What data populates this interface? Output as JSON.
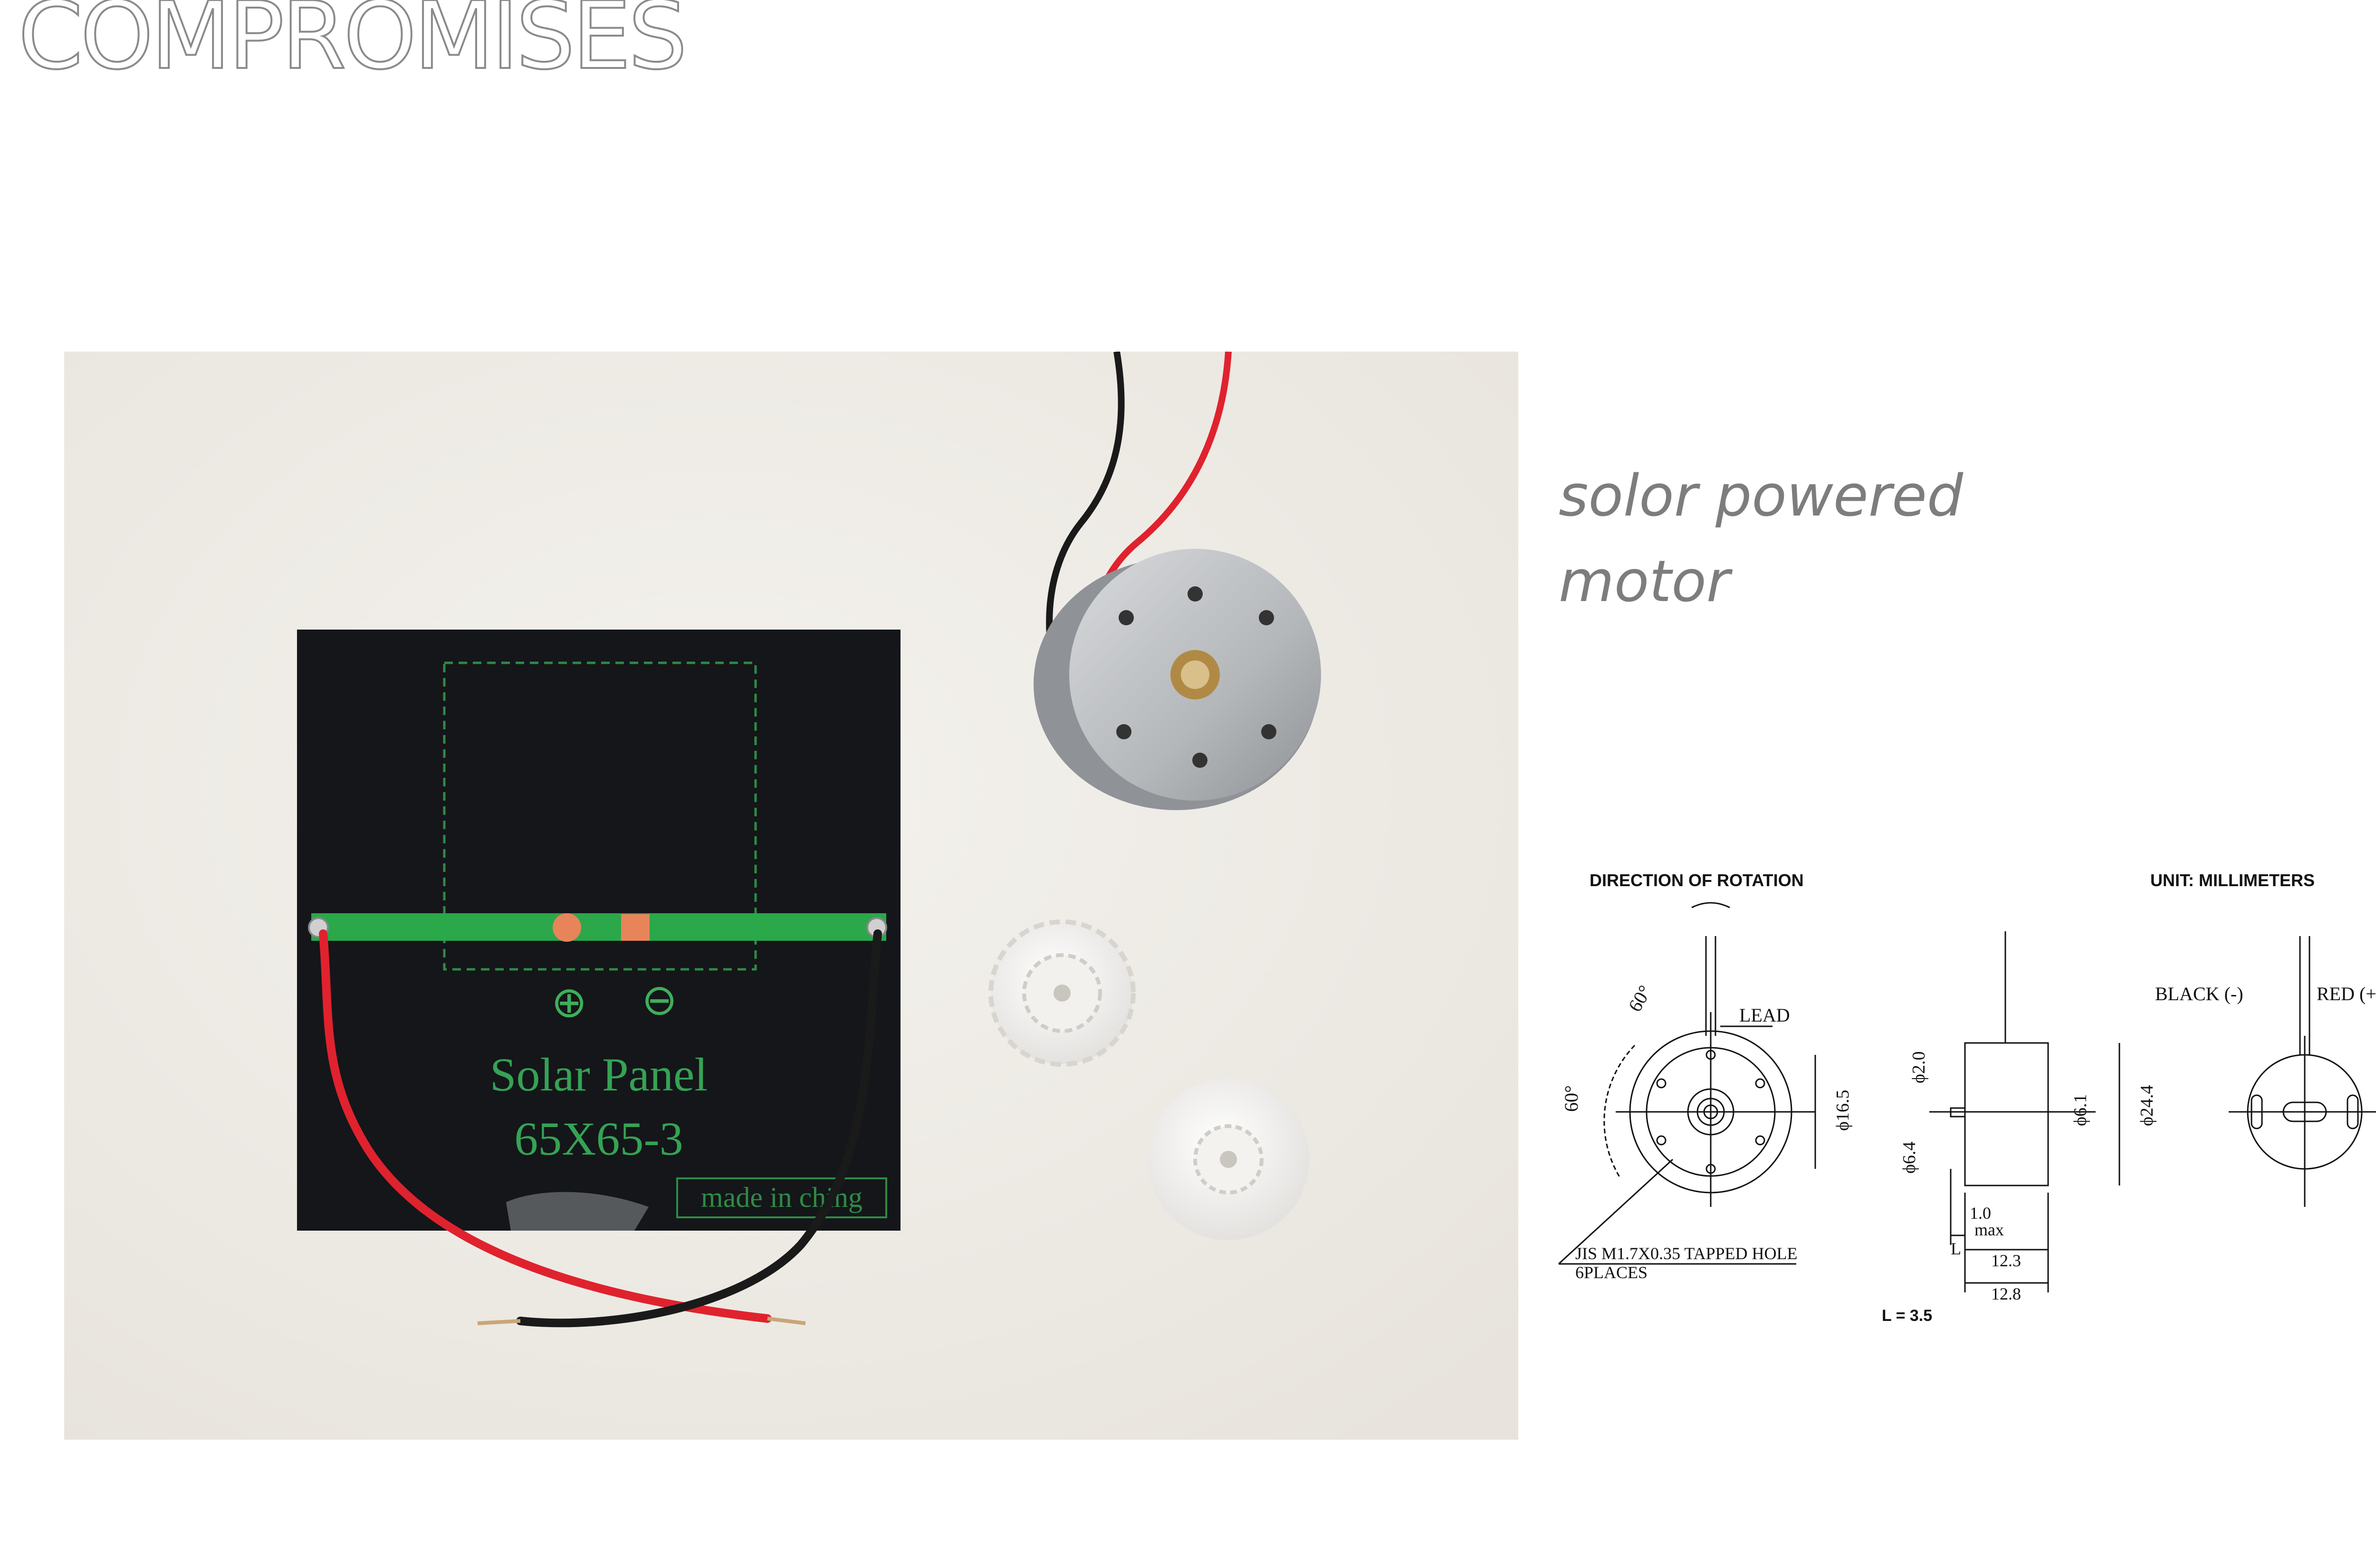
{
  "page": {
    "title": "COMPROMISES"
  },
  "photo": {
    "panel_label_1": "Solar Panel",
    "panel_label_2": "65X65-3",
    "panel_plus": "⊕",
    "panel_minus": "⊖",
    "panel_made_in": "made in ching"
  },
  "caption": {
    "line1": "solor powered",
    "line2": "motor"
  },
  "drawing": {
    "direction_label": "DIRECTION OF ROTATION",
    "unit_label": "UNIT: MILLIMETERS",
    "lead_label": "LEAD",
    "angle_1": "60°",
    "angle_2": "60°",
    "dia_16_5": "ϕ16.5",
    "dia_2_0": "ϕ2.0",
    "dia_6_1": "ϕ6.1",
    "dia_24_4": "ϕ24.4",
    "dia_6_4": "ϕ6.4",
    "dim_1_0": "1.0",
    "dim_max": "max",
    "dim_L": "L",
    "dim_12_3": "12.3",
    "dim_12_8": "12.8",
    "hole_label_1": "JIS M1.7X0.35 TAPPED HOLE",
    "hole_label_2": "6PLACES",
    "l_value": "L = 3.5",
    "black_label": "BLACK (-)",
    "red_label": "RED (+)"
  },
  "colors": {
    "panel": "#14161a",
    "panel_green": "#2aa84a",
    "wire_red": "#e0222e",
    "wire_black": "#1a1a1a",
    "background_photo": "#efece7",
    "motor": "#b9bbbd"
  }
}
